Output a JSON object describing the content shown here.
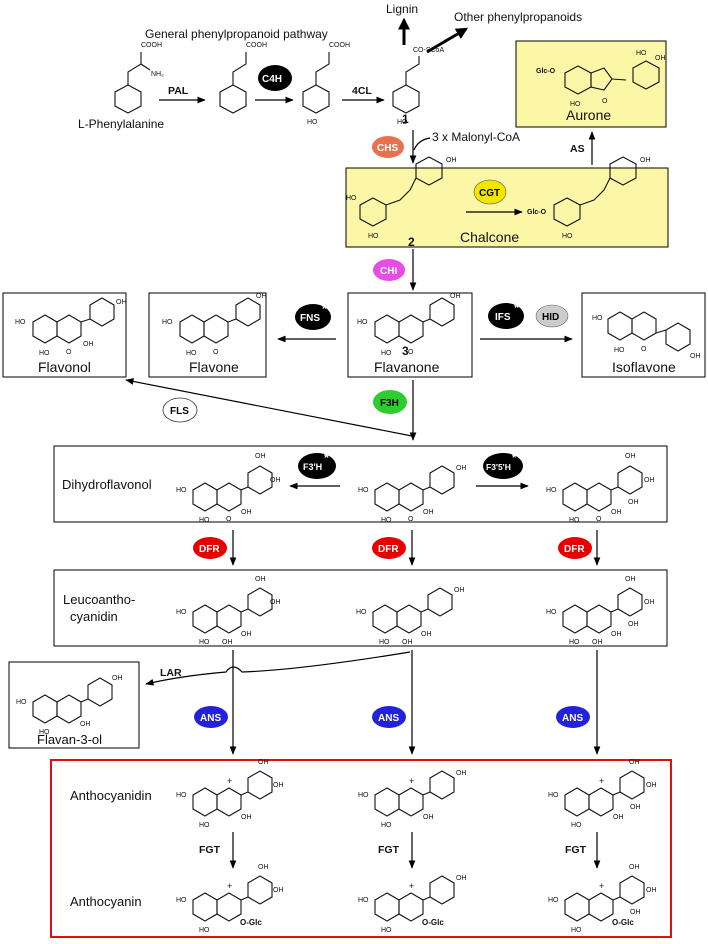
{
  "pathway": {
    "header": "General phenylpropanoid pathway",
    "lignin": "Lignin",
    "other": "Other phenylpropanoids",
    "l_phe": "L-Phenylalanine",
    "malonyl": "3 x Malonyl-CoA",
    "num1": "1",
    "num2": "2",
    "num3": "3"
  },
  "classes": {
    "aurone": "Aurone",
    "chalcone": "Chalcone",
    "flavonol": "Flavonol",
    "flavone": "Flavone",
    "flavanone": "Flavanone",
    "isoflavone": "Isoflavone",
    "dihydroflavonol": "Dihydroflavonol",
    "leuco1": "Leucoantho-",
    "leuco2": "cyanidin",
    "flavan3ol": "Flavan-3-ol",
    "anthocyanidin": "Anthocyanidin",
    "anthocyanin": "Anthocyanin"
  },
  "enzymes": {
    "pal": "PAL",
    "c4h": "C4H",
    "fourcl": "4CL",
    "chs": "CHS",
    "cgt": "CGT",
    "as": "AS",
    "chi": "CHI",
    "fns": "FNS",
    "ifs": "IFS",
    "hid": "HID",
    "fls": "FLS",
    "f3h": "F3H",
    "f3ph": "F3'H",
    "f35h": "F3'5'H",
    "dfr": "DFR",
    "lar": "LAR",
    "ans": "ANS",
    "fgt": "FGT",
    "star": "*"
  },
  "atoms": {
    "oh": "OH",
    "ho": "HO",
    "o": "O",
    "cooh": "COOH",
    "nh2": "NH₂",
    "coscoa": "CO-SCoA",
    "glc_o": "Glc-O",
    "o_glc": "O-Glc",
    "plus": "+"
  },
  "colors": {
    "chs": "#e8704f",
    "cgt": "#f2e600",
    "chi": "#e64de6",
    "f3h": "#2ecc2e",
    "dfr": "#e60000",
    "ans": "#2222dd",
    "hid": "#cccccc",
    "fls": "#ffffff",
    "black": "#000000",
    "yellow_box": "#fbf7a6",
    "red_frame": "#e01010"
  }
}
